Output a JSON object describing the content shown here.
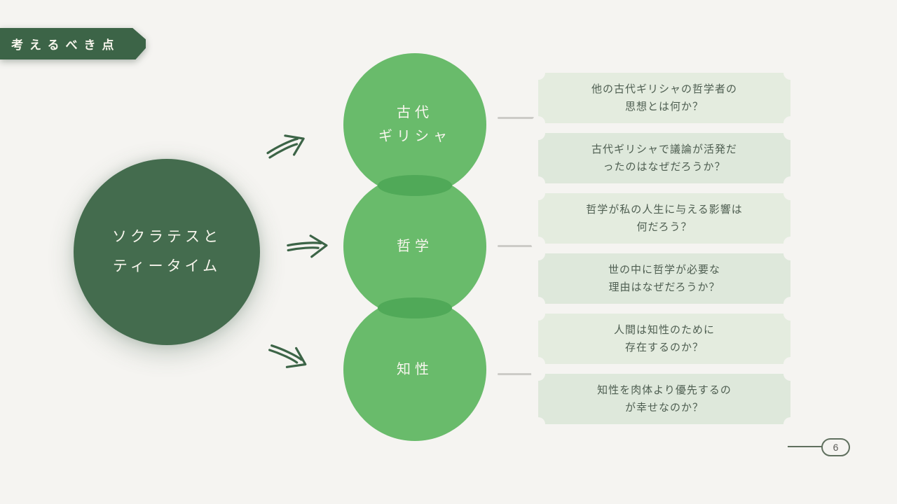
{
  "palette": {
    "background": "#f5f4f1",
    "dark_green": "#3c6447",
    "main_circle_green": "#446c4e",
    "topic_circle_green": "#69bb6b",
    "overlap_green": "#50a958",
    "plaque_light": "#dee8db",
    "plaque_lighter": "#e4ecdf",
    "plaque_text": "#4e5e51",
    "connector_gray": "#cccbc7"
  },
  "ribbon": {
    "label": "考えるべき点"
  },
  "main_circle": {
    "line1": "ソクラテスと",
    "line2": "ティータイム"
  },
  "topics": [
    {
      "line1": "古代",
      "line2": "ギリシャ"
    },
    {
      "line1": "哲学",
      "line2": ""
    },
    {
      "line1": "知性",
      "line2": ""
    }
  ],
  "questions": [
    {
      "line1": "他の古代ギリシャの哲学者の",
      "line2": "思想とは何か？"
    },
    {
      "line1": "古代ギリシャで議論が活発だ",
      "line2": "ったのはなぜだろうか？"
    },
    {
      "line1": "哲学が私の人生に与える影響は",
      "line2": "何だろう？"
    },
    {
      "line1": "世の中に哲学が必要な",
      "line2": "理由はなぜだろうか？"
    },
    {
      "line1": "人間は知性のために",
      "line2": "存在するのか？"
    },
    {
      "line1": "知性を肉体より優先するの",
      "line2": "が幸せなのか？"
    }
  ],
  "icons": {
    "arrow": "double-line-right-arrow"
  },
  "footer": {
    "page_number": "6"
  }
}
